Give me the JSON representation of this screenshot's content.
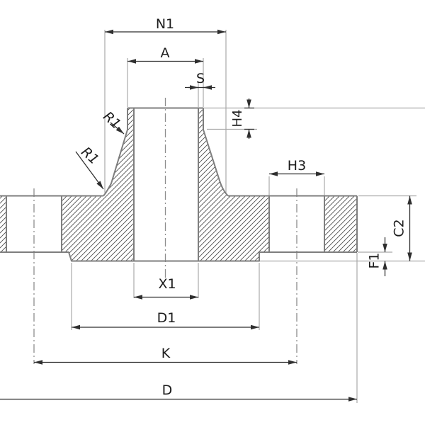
{
  "drawing": {
    "title": "weld-neck-flange-section",
    "labels": {
      "n1": "N1",
      "a": "A",
      "s": "S",
      "h4": "H4",
      "h3": "H3",
      "r1_upper": "R1",
      "r1_lower": "R1",
      "x1": "X1",
      "d1": "D1",
      "k": "K",
      "d": "D",
      "c2": "C2",
      "f1": "F1"
    },
    "colors": {
      "background": "#ffffff",
      "outline": "#7e7e7e",
      "hatch": "#4d4d4d",
      "dimension": "#2f2f2f",
      "extension": "#a9a9a9",
      "centerline": "#8d8d8d",
      "text": "#1c1c1c"
    }
  }
}
